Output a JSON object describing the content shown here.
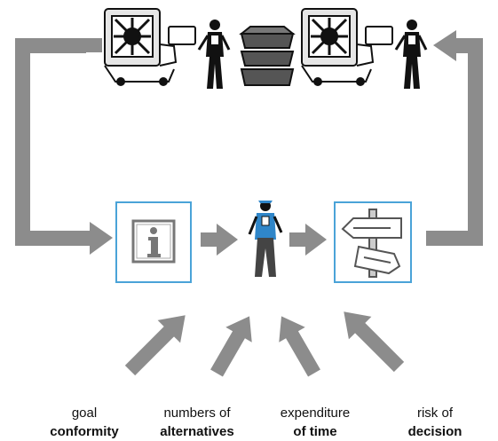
{
  "colors": {
    "arrow": "#8c8c8c",
    "box_border": "#4aa3d8",
    "ink": "#111111",
    "machine_fill": "#e6e6e6",
    "person_shirt": "#2f86c9"
  },
  "icons": {
    "machine_left": "machine-icon",
    "worker_left": "worker-icon",
    "crate_stack": "crate-stack-icon",
    "machine_right": "machine-icon",
    "worker_right": "worker-icon",
    "information": "information-icon",
    "decider": "worker-icon",
    "signpost": "signpost-icon"
  },
  "factors": [
    {
      "line1": "goal",
      "line2": "conformity"
    },
    {
      "line1": "numbers of",
      "line2": "alternatives"
    },
    {
      "line1": "expenditure",
      "line2": "of time"
    },
    {
      "line1": "risk of",
      "line2": "decision"
    }
  ]
}
